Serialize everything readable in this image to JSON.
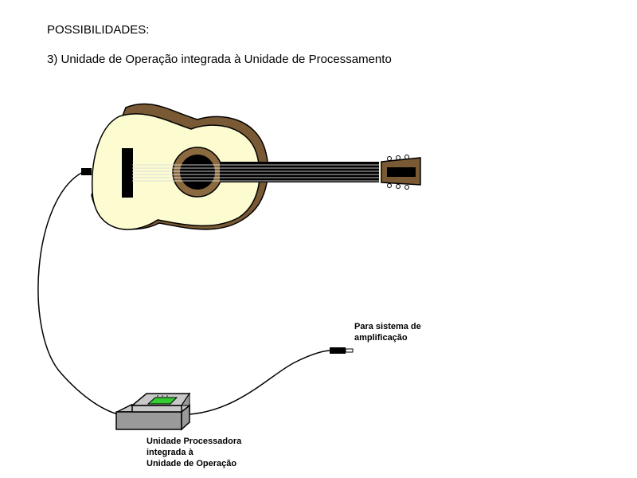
{
  "heading": "POSSIBILIDADES:",
  "subheading": "3) Unidade de Operação integrada à Unidade de Processamento",
  "amplification_label": [
    "Para sistema de",
    "amplificação"
  ],
  "unit_label": [
    "Unidade Processadora",
    "integrada à",
    "Unidade de Operação"
  ],
  "colors": {
    "guitar_body": "#fdfbd0",
    "guitar_back": "#7a5a34",
    "soundhole_ring": "#8b6a40",
    "neck": "#000000",
    "headstock": "#7a5a34",
    "unit_body": "#9a9a9a",
    "unit_top": "#c8c8c8",
    "unit_screen": "#33cc33",
    "cable": "#000000"
  }
}
